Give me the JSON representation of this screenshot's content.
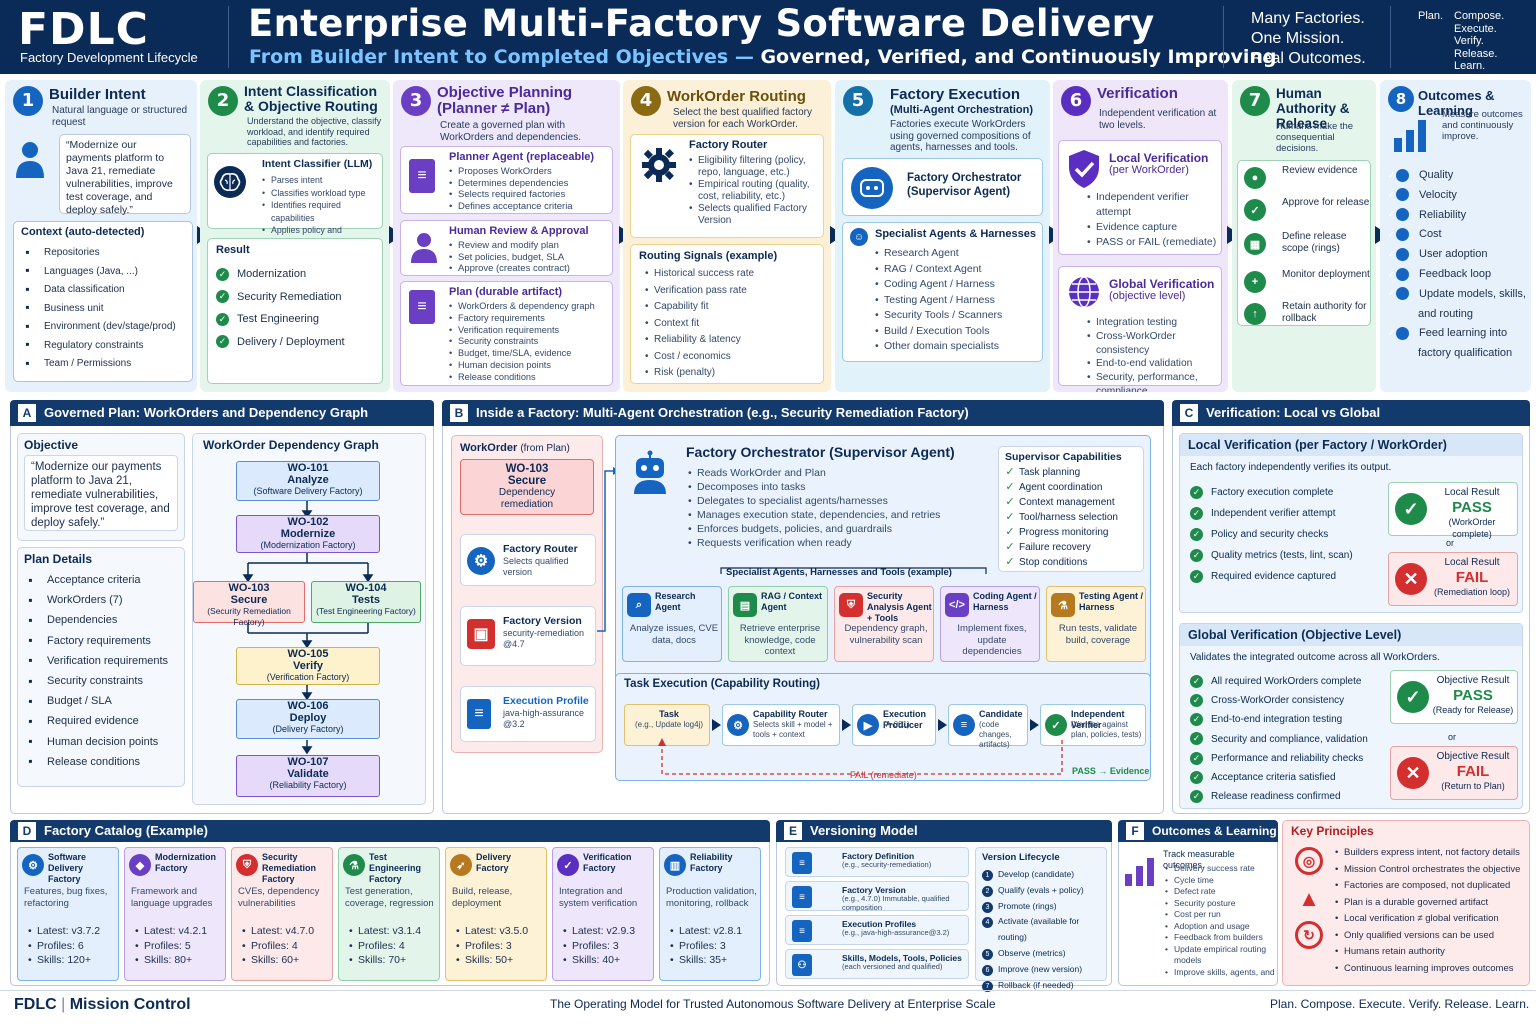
{
  "header": {
    "logo": "FDLC",
    "logo_sub": "Factory Development Lifecycle",
    "title": "Enterprise Multi-Factory Software Delivery",
    "subtitle_hl": "From Builder Intent to Completed Objectives —",
    "subtitle_rest": " Governed, Verified, and Continuously Improving",
    "mission": [
      "Many Factories.",
      "One Mission.",
      "Real Outcomes."
    ],
    "verbs_l": "Plan.",
    "verbs_r": [
      "Compose.",
      "Execute.",
      "Verify.",
      "Release.",
      "Learn."
    ]
  },
  "s1": {
    "num": "1",
    "title": "Builder Intent",
    "desc": "Natural language or structured request",
    "quote": "“Modernize our payments platform to Java 21, remediate vulnerabilities, improve test coverage, and deploy safely.”",
    "ctx_title": "Context (auto-detected)",
    "ctx": [
      "Repositories",
      "Languages (Java, ...)",
      "Data classification",
      "Business unit",
      "Environment (dev/stage/prod)",
      "Regulatory constraints",
      "Team / Permissions"
    ]
  },
  "s2": {
    "num": "2",
    "title": "Intent Classification & Objective Routing",
    "desc": "Understand the objective, classify workload, and identify required capabilities and factories.",
    "clf_title": "Intent Classifier (LLM)",
    "clf": [
      "Parses intent",
      "Classifies workload type",
      "Identifies required capabilities",
      "Applies policy and constraints"
    ],
    "res_title": "Result",
    "res": [
      "Modernization",
      "Security Remediation",
      "Test Engineering",
      "Delivery / Deployment"
    ]
  },
  "s3": {
    "num": "3",
    "title": "Objective Planning (Planner ≠ Plan)",
    "desc": "Create a governed plan with WorkOrders and dependencies.",
    "c1_title": "Planner Agent (replaceable)",
    "c1": [
      "Proposes WorkOrders",
      "Determines dependencies",
      "Selects required factories",
      "Defines acceptance criteria"
    ],
    "c2_title": "Human Review & Approval",
    "c2": [
      "Review and modify plan",
      "Set policies, budget, SLA",
      "Approve (creates contract)"
    ],
    "c3_title": "Plan (durable artifact)",
    "c3": [
      "WorkOrders & dependency graph",
      "Factory requirements",
      "Verification requirements",
      "Security constraints",
      "Budget, time/SLA, evidence",
      "Human decision points",
      "Release conditions"
    ]
  },
  "s4": {
    "num": "4",
    "title": "WorkOrder Routing",
    "desc": "Select the best qualified factory version for each WorkOrder.",
    "fr_title": "Factory Router",
    "fr": [
      "Eligibility filtering (policy, repo, language, etc.)",
      "Empirical routing (quality, cost, reliability, etc.)",
      "Selects qualified Factory Version"
    ],
    "rs_title": "Routing Signals (example)",
    "rs": [
      "Historical success rate",
      "Verification pass rate",
      "Capability fit",
      "Context fit",
      "Reliability & latency",
      "Cost / economics",
      "Risk (penalty)"
    ]
  },
  "s5": {
    "num": "5",
    "title": "Factory Execution",
    "title2": "(Multi-Agent Orchestration)",
    "desc": "Factories execute WorkOrders using governed compositions of agents, harnesses and tools.",
    "orch": "Factory Orchestrator (Supervisor Agent)",
    "sa_title": "Specialist Agents & Harnesses",
    "sa": [
      "Research Agent",
      "RAG / Context Agent",
      "Coding Agent / Harness",
      "Testing Agent / Harness",
      "Security Tools / Scanners",
      "Build / Execution Tools",
      "Other domain specialists"
    ]
  },
  "s6": {
    "num": "6",
    "title": "Verification",
    "desc": "Independent verification at two levels.",
    "lv_title": "Local Verification",
    "lv_sub": "(per WorkOrder)",
    "lv": [
      "Independent verifier attempt",
      "Evidence capture",
      "PASS or FAIL (remediate)"
    ],
    "gv_title": "Global Verification",
    "gv_sub": "(objective level)",
    "gv": [
      "Integration testing",
      "Cross-WorkOrder consistency",
      "End-to-end validation",
      "Security, performance, compliance"
    ]
  },
  "s7": {
    "num": "7",
    "title": "Human Authority & Release",
    "desc": "Humans make the consequential decisions.",
    "items": [
      "Review evidence",
      "Approve for release",
      "Define release scope (rings)",
      "Monitor deployment",
      "Retain authority for rollback"
    ]
  },
  "s8": {
    "num": "8",
    "title": "Outcomes & Learning",
    "desc": "Measure outcomes and continuously improve.",
    "items": [
      "Quality",
      "Velocity",
      "Reliability",
      "Cost",
      "User adoption",
      "Feedback loop",
      "Update models, skills, and routing",
      "Feed learning into factory qualification"
    ]
  },
  "A": {
    "badge": "A",
    "title": "Governed Plan: WorkOrders and Dependency Graph",
    "obj_title": "Objective",
    "obj": "“Modernize our payments platform to Java 21, remediate vulnerabilities, improve test coverage, and deploy safely.”",
    "pd_title": "Plan Details",
    "pd": [
      "Acceptance criteria",
      "WorkOrders (7)",
      "Dependencies",
      "Factory requirements",
      "Verification requirements",
      "Security constraints",
      "Budget / SLA",
      "Required evidence",
      "Human decision points",
      "Release conditions"
    ],
    "graph_title": "WorkOrder Dependency Graph",
    "wo": [
      {
        "id": "WO-101",
        "name": "Analyze",
        "f": "(Software Delivery Factory)"
      },
      {
        "id": "WO-102",
        "name": "Modernize",
        "f": "(Modernization Factory)"
      },
      {
        "id": "WO-103",
        "name": "Secure",
        "f": "(Security Remediation Factory)"
      },
      {
        "id": "WO-104",
        "name": "Tests",
        "f": "(Test Engineering Factory)"
      },
      {
        "id": "WO-105",
        "name": "Verify",
        "f": "(Verification Factory)"
      },
      {
        "id": "WO-106",
        "name": "Deploy",
        "f": "(Delivery Factory)"
      },
      {
        "id": "WO-107",
        "name": "Validate",
        "f": "(Reliability Factory)"
      }
    ]
  },
  "B": {
    "badge": "B",
    "title": "Inside a Factory: Multi-Agent Orchestration (e.g., Security Remediation Factory)",
    "wo_title": "WorkOrder",
    "wo_from": "(from Plan)",
    "wo_card": [
      "WO-103",
      "Secure",
      "Dependency",
      "remediation"
    ],
    "router_t": "Factory Router",
    "router_d": "Selects qualified version",
    "fv_t": "Factory Version",
    "fv_d": "security-remediation @4.7",
    "ep_t": "Execution Profile",
    "ep_d": "java-high-assurance @3.2",
    "orch_title": "Factory Orchestrator (Supervisor Agent)",
    "orch": [
      "Reads WorkOrder and Plan",
      "Decomposes into tasks",
      "Delegates to specialist agents/harnesses",
      "Manages execution state, dependencies, and retries",
      "Enforces budgets, policies, and guardrails",
      "Requests verification when ready"
    ],
    "cap_title": "Supervisor Capabilities",
    "cap": [
      "Task planning",
      "Agent coordination",
      "Context management",
      "Tool/harness selection",
      "Progress monitoring",
      "Failure recovery",
      "Stop conditions"
    ],
    "sp_title": "Specialist Agents, Harnesses and Tools (example)",
    "sp": [
      {
        "t": "Research Agent",
        "d": "Analyze issues, CVE data, docs"
      },
      {
        "t": "RAG / Context Agent",
        "d": "Retrieve enterprise knowledge, code context"
      },
      {
        "t": "Security Analysis Agent + Tools",
        "d": "Dependency graph, vulnerability scan"
      },
      {
        "t": "Coding Agent / Harness",
        "d": "Implement fixes, update dependencies"
      },
      {
        "t": "Testing Agent / Harness",
        "d": "Run tests, validate build, coverage"
      }
    ],
    "te_title": "Task Execution (Capability Routing)",
    "te": [
      {
        "t": "Task",
        "d": "(e.g., Update log4j)"
      },
      {
        "t": "Capability Router",
        "d": "Selects skill + model + tools + context"
      },
      {
        "t": "Execution Producer",
        "d": "(A-001)"
      },
      {
        "t": "Candidate",
        "d": "(code changes, artifacts)"
      },
      {
        "t": "Independent Verifier",
        "d": "(Verifies against plan, policies, tests)"
      }
    ],
    "fail": "FAIL (remediate)",
    "pass": "PASS → Evidence"
  },
  "C": {
    "badge": "C",
    "title": "Verification: Local vs Global",
    "lv_title": "Local Verification (per Factory / WorkOrder)",
    "lv_desc": "Each factory independently verifies its output.",
    "lv": [
      "Factory execution complete",
      "Independent verifier attempt",
      "Policy and security checks",
      "Quality metrics (tests, lint, scan)",
      "Required evidence captured"
    ],
    "lp_t": "Local Result",
    "lp": "PASS",
    "lp_d": "(WorkOrder complete)",
    "or": "or",
    "lf_t": "Local Result",
    "lf": "FAIL",
    "lf_d": "(Remediation loop)",
    "gv_title": "Global Verification (Objective Level)",
    "gv_desc": "Validates the integrated outcome across all WorkOrders.",
    "gv": [
      "All required WorkOrders complete",
      "Cross-WorkOrder consistency",
      "End-to-end integration testing",
      "Security and compliance, validation",
      "Performance and reliability checks",
      "Acceptance criteria satisfied",
      "Release readiness confirmed"
    ],
    "gp_t": "Objective Result",
    "gp": "PASS",
    "gp_d": "(Ready for Release)",
    "gf_t": "Objective Result",
    "gf": "FAIL",
    "gf_d": "(Return to Plan)"
  },
  "D": {
    "badge": "D",
    "title": "Factory Catalog (Example)",
    "factories": [
      {
        "n": "Software Delivery Factory",
        "d": "Features, bug fixes, refactoring",
        "v": "Latest: v3.7.2",
        "p": "Profiles: 6",
        "s": "Skills: 120+"
      },
      {
        "n": "Modernization Factory",
        "d": "Framework and language upgrades",
        "v": "Latest: v4.2.1",
        "p": "Profiles: 5",
        "s": "Skills: 80+"
      },
      {
        "n": "Security Remediation Factory",
        "d": "CVEs, dependency vulnerabilities",
        "v": "Latest: v4.7.0",
        "p": "Profiles: 4",
        "s": "Skills: 60+"
      },
      {
        "n": "Test Engineering Factory",
        "d": "Test generation, coverage, regression",
        "v": "Latest: v3.1.4",
        "p": "Profiles: 4",
        "s": "Skills: 70+"
      },
      {
        "n": "Delivery Factory",
        "d": "Build, release, deployment",
        "v": "Latest: v3.5.0",
        "p": "Profiles: 3",
        "s": "Skills: 50+"
      },
      {
        "n": "Verification Factory",
        "d": "Integration and system verification",
        "v": "Latest: v2.9.3",
        "p": "Profiles: 3",
        "s": "Skills: 40+"
      },
      {
        "n": "Reliability Factory",
        "d": "Production validation, monitoring, rollback",
        "v": "Latest: v2.8.1",
        "p": "Profiles: 3",
        "s": "Skills: 35+"
      }
    ]
  },
  "E": {
    "badge": "E",
    "title": "Versioning Model",
    "items": [
      {
        "t": "Factory Definition",
        "d": "(e.g., security-remediation)"
      },
      {
        "t": "Factory Version",
        "d": "(e.g., 4.7.0) Immutable, qualified composition"
      },
      {
        "t": "Execution Profiles",
        "d": "(e.g., java-high-assurance@3.2)"
      },
      {
        "t": "Skills, Models, Tools, Policies",
        "d": "(each versioned and qualified)"
      }
    ],
    "lc_title": "Version Lifecycle",
    "lc": [
      "Develop (candidate)",
      "Qualify (evals + policy)",
      "Promote (rings)",
      "Activate (available for routing)",
      "Observe (metrics)",
      "Improve (new version)",
      "Rollback (if needed)"
    ]
  },
  "F": {
    "badge": "F",
    "title": "Outcomes & Learning",
    "desc": "Track measurable outcomes.",
    "items": [
      "Delivery success rate",
      "Cycle time",
      "Defect rate",
      "Security posture",
      "Cost per run",
      "Adoption and usage",
      "Feedback from builders",
      "Update empirical routing models",
      "Improve skills, agents, and"
    ]
  },
  "KP": {
    "title": "Key Principles",
    "items": [
      "Builders express intent, not factory details",
      "Mission Control orchestrates the objective",
      "Factories are composed, not duplicated",
      "Plan is a durable governed artifact",
      "Local verification ≠ global verification",
      "Only qualified versions can be used",
      "Humans retain authority",
      "Continuous learning improves outcomes"
    ]
  },
  "footer": {
    "brand": "FDLC",
    "brand2": "Mission Control",
    "center": "The Operating Model for Trusted Autonomous Software Delivery at Enterprise Scale",
    "right": "Plan. Compose. Execute. Verify. Release. Learn."
  }
}
